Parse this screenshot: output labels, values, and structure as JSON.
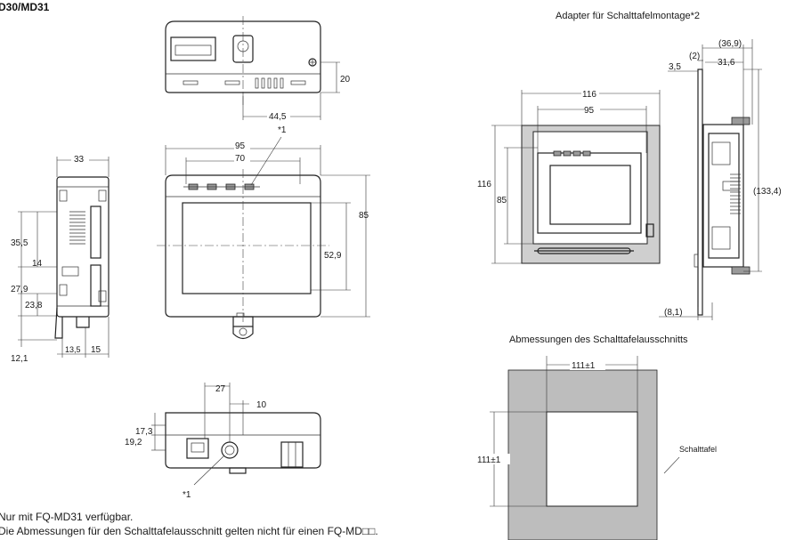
{
  "title": "D30/MD31",
  "adapter_title": "Adapter für Schalttafelmontage*2",
  "cutout_title": "Abmessungen des Schalttafelausschnitts",
  "panel_label": "Schalttafel",
  "notes": [
    "Nur mit FQ-MD31 verfügbar.",
    "Die Abmessungen für den Schalttafelausschnitt gelten nicht für einen FQ-MD□□."
  ],
  "dimensions": {
    "top_height": "20",
    "top_width": "44,5",
    "front_width_outer": "95",
    "front_width_inner": "70",
    "front_height": "85",
    "screen_height": "52,9",
    "mark_star1": "*1",
    "side_width": "33",
    "side_35_5": "35,5",
    "side_14": "14",
    "side_27_9": "27,9",
    "side_23_8": "23,8",
    "side_12_1": "12,1",
    "side_13_5": "13,5",
    "side_15": "15",
    "bottom_27": "27",
    "bottom_10": "10",
    "bottom_17_3": "17,3",
    "bottom_19_2": "19,2",
    "bottom_star1": "*1",
    "adapter_116_w": "116",
    "adapter_95_w": "95",
    "adapter_116_h": "116",
    "adapter_85_h": "85",
    "adapter_36_9": "(36,9)",
    "adapter_2": "(2)",
    "adapter_31_6": "31,6",
    "adapter_3_5": "3,5",
    "adapter_133_4": "(133,4)",
    "adapter_8_1": "(8,1)",
    "cutout_w": "111±1",
    "cutout_h": "111±1"
  }
}
